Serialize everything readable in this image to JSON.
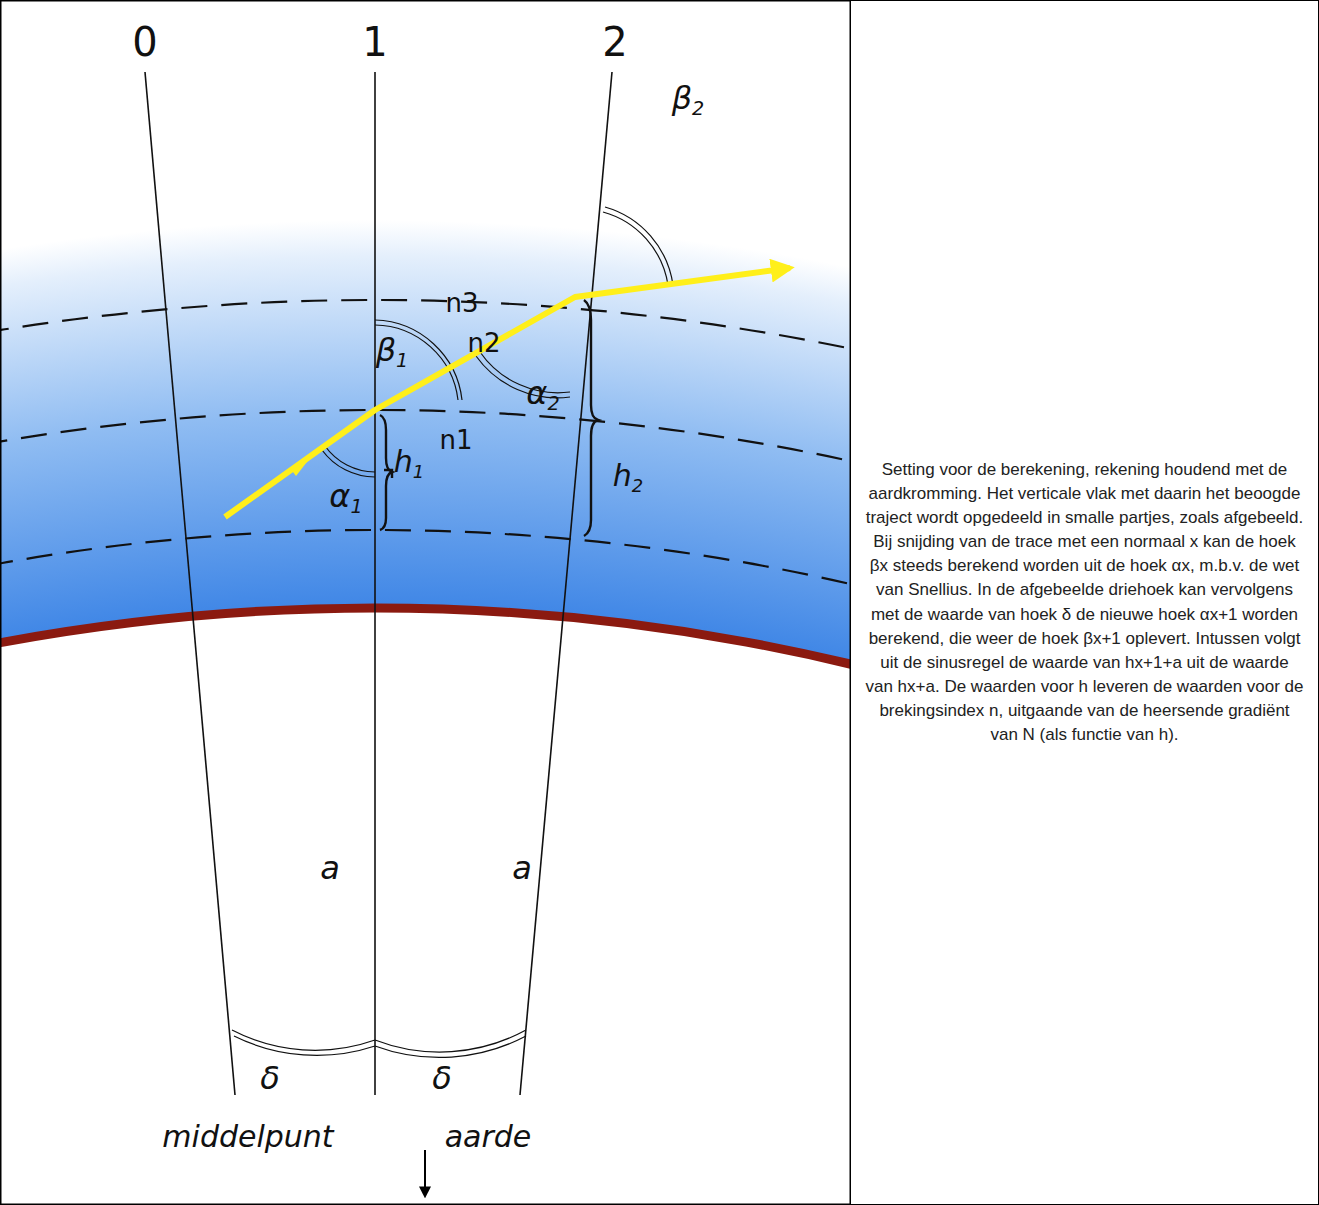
{
  "diagram": {
    "nodes": [
      {
        "text": [
          "Setting voor de berekening, rekening houdend met de aardkromming. Het verticale vlak met daarin het beoogde traject wordt opgedeeld in smalle partjes, zoals afgebeeld. Bij snijding van de trace met een normaal x kan de hoek βx steeds berekend worden uit de hoek αx, m.b.v. de wet van Snellius. In de afgebeelde driehoek kan vervolgens met de waarde van hoek δ de nieuwe hoek αx+1 worden berekend, die weer de hoek βx+1 oplevert. Intussen volgt uit de sinusregel de waarde van hx+1+a uit de waarde van hx+a. De waarden voor h leveren de waarden voor de brekingsindex n, uitgaande van de heersende gradiënt van N (als functie van h)."
        ]
      }
    ],
    "labels": [
      "0",
      "1",
      "2",
      "β1",
      "n3",
      "β2",
      "n2",
      "α2",
      "n1",
      "α1",
      "h1",
      "h2",
      "a",
      "a",
      "δ",
      "δ",
      "middelpunt",
      "aarde"
    ]
  }
}
